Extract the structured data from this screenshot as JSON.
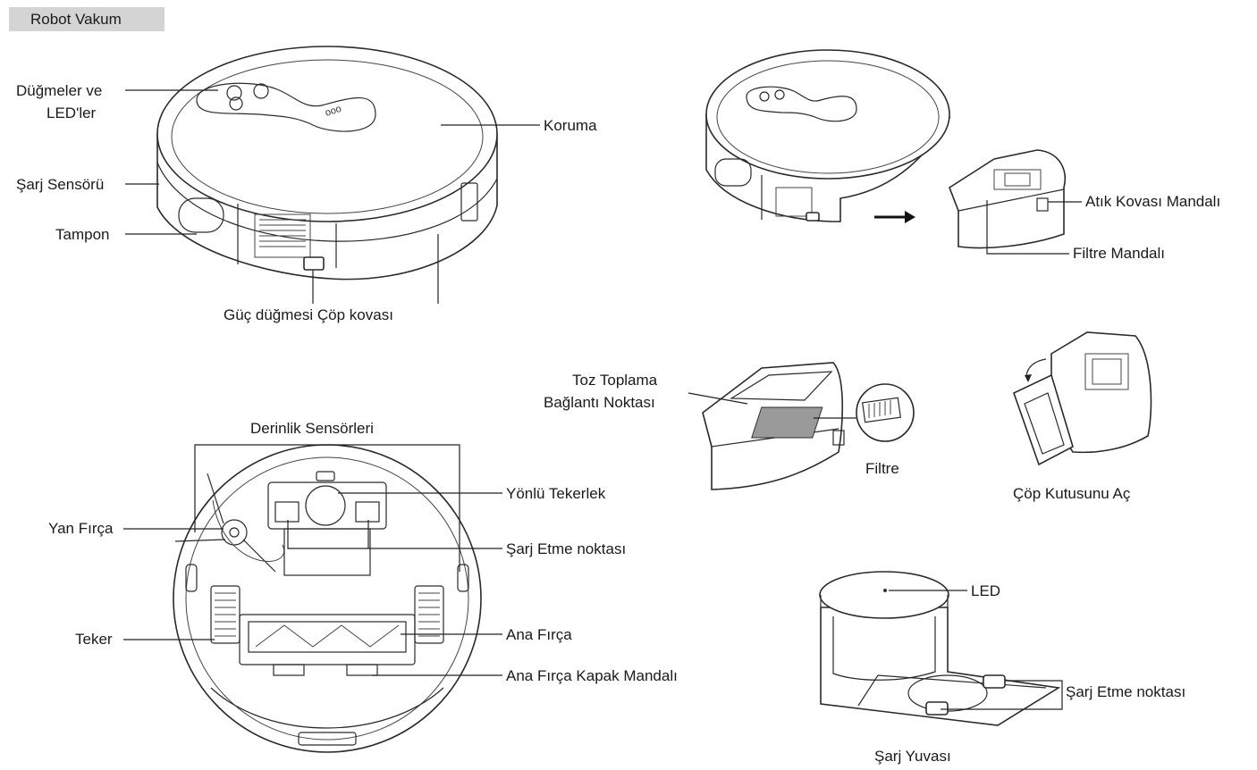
{
  "section_title": "Robot Vakum",
  "labels": {
    "buttons_leds_1": "Düğmeler ve",
    "buttons_leds_2": "LED'ler",
    "cover": "Koruma",
    "charge_sensor": "Şarj Sensörü",
    "bumper": "Tampon",
    "power_bin": "Güç düğmesi Çöp kovası",
    "waste_bin_latch": "Atık Kovası Mandalı",
    "filter_latch": "Filtre Mandalı",
    "dust_port_1": "Toz Toplama",
    "dust_port_2": "Bağlantı Noktası",
    "filter": "Filtre",
    "open_bin": "Çöp Kutusunu Aç",
    "depth_sensors": "Derinlik Sensörleri",
    "caster_wheel": "Yönlü Tekerlek",
    "side_brush": "Yan Fırça",
    "charging_point": "Şarj Etme noktası",
    "wheel": "Teker",
    "main_brush": "Ana Fırça",
    "main_brush_latch": "Ana Fırça Kapak Mandalı",
    "led": "LED",
    "dock_charging_point": "Şarj Etme noktası",
    "dock": "Şarj Yuvası"
  },
  "colors": {
    "ink": "#1a1a1a",
    "title_bar": "#d4d4d4",
    "filter_fill": "#9a9a9a"
  }
}
